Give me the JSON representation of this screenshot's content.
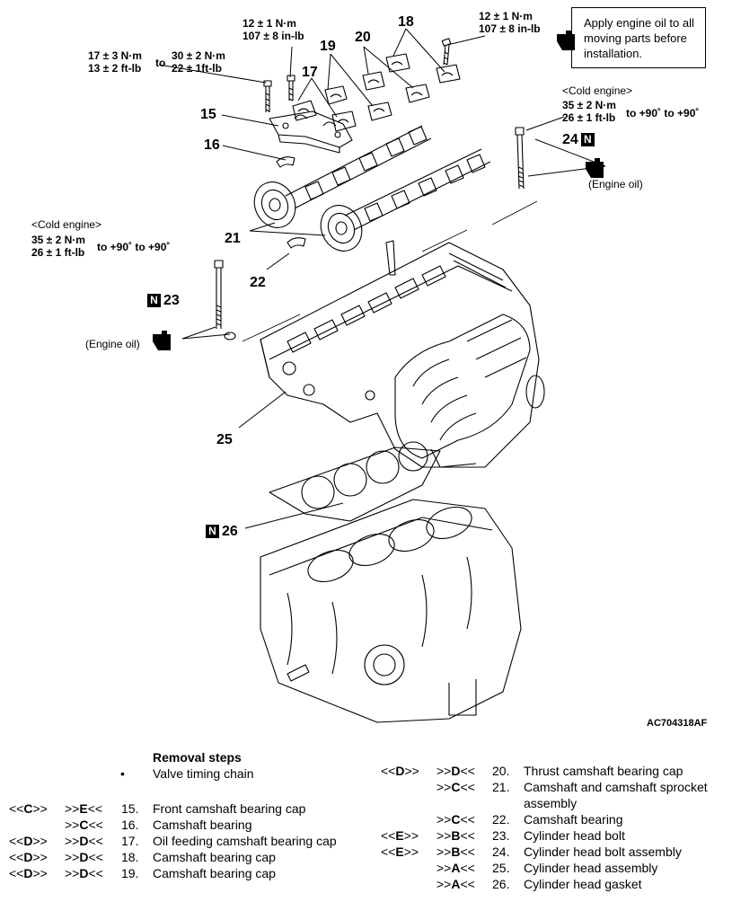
{
  "torque_specs": {
    "top_left": {
      "a": "17 ± 3 N·m",
      "b": "13 ± 2 ft-lb",
      "to": "to",
      "c": "30 ± 2 N·m",
      "d": "22 ± 1ft-lb"
    },
    "top_mid": {
      "a": "12 ± 1 N·m",
      "b": "107 ± 8 in-lb"
    },
    "top_right": {
      "a": "12 ± 1 N·m",
      "b": "107 ± 8 in-lb"
    },
    "right_bolt": {
      "cond": "<Cold engine>",
      "a": "35 ± 2 N·m",
      "b": "26 ± 1 ft-lb",
      "angle": "to +90˚ to +90˚"
    },
    "left_bolt": {
      "cond": "<Cold engine>",
      "a": "35 ± 2 N·m",
      "b": "26 ± 1 ft-lb",
      "angle": "to +90˚ to +90˚"
    }
  },
  "note": {
    "line1": "Apply engine oil to all",
    "line2": "moving parts before",
    "line3": "installation."
  },
  "engine_oil_right": "(Engine oil)",
  "engine_oil_left": "(Engine oil)",
  "new_part_marker": "N",
  "callouts": {
    "c15": "15",
    "c16": "16",
    "c17": "17",
    "c18": "18",
    "c19": "19",
    "c20": "20",
    "c21": "21",
    "c22": "22",
    "c23": "23",
    "c24": "24",
    "c25": "25",
    "c26": "26"
  },
  "figure_code": "AC704318AF",
  "removal": {
    "title": "Removal steps",
    "bullet": "•",
    "first_step": "Valve timing chain",
    "left_steps": [
      {
        "rem": "<<C>>",
        "ins": ">>E<<",
        "num": "15.",
        "name": "Front camshaft bearing cap"
      },
      {
        "rem": "",
        "ins": ">>C<<",
        "num": "16.",
        "name": "Camshaft bearing"
      },
      {
        "rem": "<<D>>",
        "ins": ">>D<<",
        "num": "17.",
        "name": "Oil feeding camshaft bearing cap"
      },
      {
        "rem": "<<D>>",
        "ins": ">>D<<",
        "num": "18.",
        "name": "Camshaft bearing cap"
      },
      {
        "rem": "<<D>>",
        "ins": ">>D<<",
        "num": "19.",
        "name": "Camshaft bearing cap"
      }
    ],
    "right_steps": [
      {
        "rem": "<<D>>",
        "ins": ">>D<<",
        "num": "20.",
        "name": "Thrust camshaft bearing cap"
      },
      {
        "rem": "",
        "ins": ">>C<<",
        "num": "21.",
        "name": "Camshaft and camshaft sprocket",
        "name2": "assembly"
      },
      {
        "rem": "",
        "ins": ">>C<<",
        "num": "22.",
        "name": "Camshaft bearing"
      },
      {
        "rem": "<<E>>",
        "ins": ">>B<<",
        "num": "23.",
        "name": "Cylinder head bolt"
      },
      {
        "rem": "<<E>>",
        "ins": ">>B<<",
        "num": "24.",
        "name": "Cylinder head bolt assembly"
      },
      {
        "rem": "",
        "ins": ">>A<<",
        "num": "25.",
        "name": "Cylinder head assembly"
      },
      {
        "rem": "",
        "ins": ">>A<<",
        "num": "26.",
        "name": "Cylinder head gasket"
      }
    ]
  }
}
